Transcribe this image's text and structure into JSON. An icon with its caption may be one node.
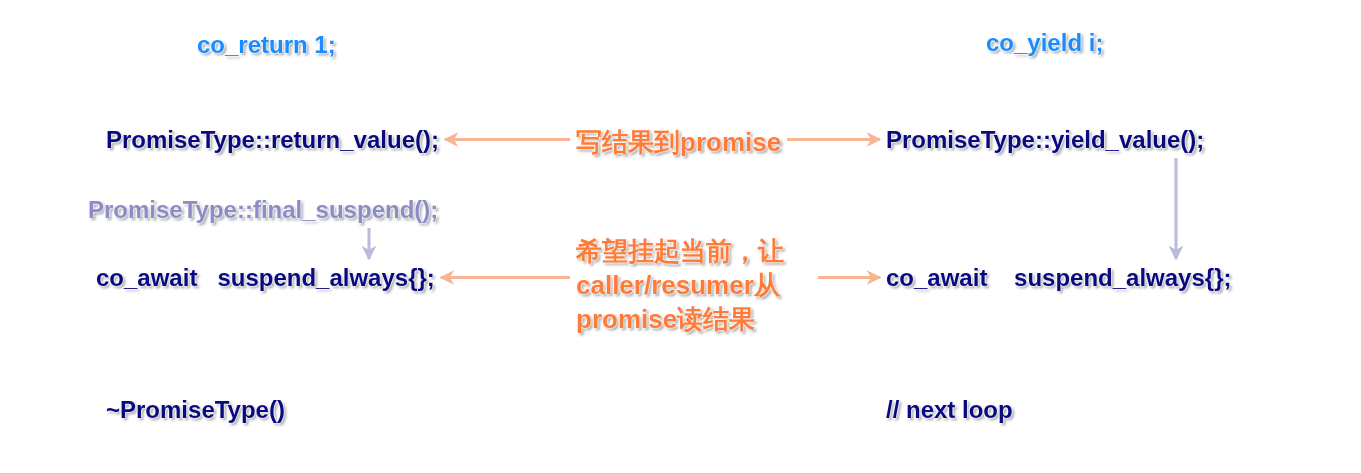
{
  "diagram": {
    "nodes": [
      {
        "text": [
          "co_return 1;"
        ]
      },
      {
        "text": [
          "PromiseType::return_value();"
        ]
      },
      {
        "text": [
          "PromiseType::final_suspend();"
        ]
      },
      {
        "text": [
          "co_await   suspend_always{};"
        ]
      },
      {
        "text": [
          "~PromiseType()"
        ]
      },
      {
        "text": [
          "co_yield i;"
        ]
      },
      {
        "text": [
          "写结果到promise"
        ]
      },
      {
        "text": [
          "PromiseType::yield_value();"
        ]
      },
      {
        "text": [
          "希望挂起当前，让caller/resumer从promise读结果"
        ]
      },
      {
        "text": [
          "co_await    suspend_always{};"
        ]
      },
      {
        "text": [
          "// next loop"
        ]
      }
    ],
    "edges": [
      {
        "from": 6,
        "to": 1,
        "arrow": "to"
      },
      {
        "from": 6,
        "to": 7,
        "arrow": "to"
      },
      {
        "from": 8,
        "to": 3,
        "arrow": "to"
      },
      {
        "from": 8,
        "to": 9,
        "arrow": "to"
      },
      {
        "from": 2,
        "to": 3,
        "arrow": "to",
        "color": "#bbbbdd"
      },
      {
        "from": 7,
        "to": 9,
        "arrow": "to",
        "color": "#bbbbdd"
      }
    ]
  }
}
